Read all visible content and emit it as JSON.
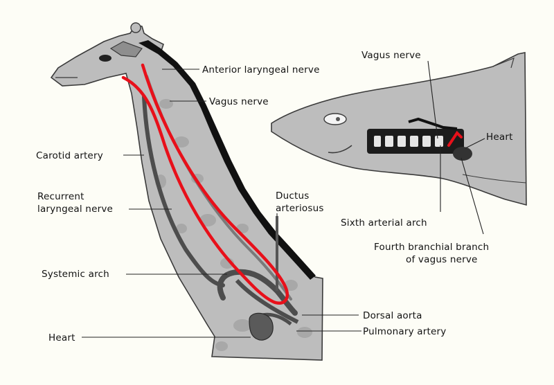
{
  "colors": {
    "background": "#fdfdf6",
    "body": "#bdbdbd",
    "body_outline": "#3a3a3a",
    "mane": "#111111",
    "vessel": "#4d4d4d",
    "nerve_highlight": "#e8101a",
    "leader": "#222222"
  },
  "giraffe": {
    "labels": {
      "anterior_laryngeal_nerve": "Anterior laryngeal nerve",
      "vagus_nerve": "Vagus nerve",
      "carotid_artery": "Carotid artery",
      "recurrent_laryngeal_nerve_line1": "Recurrent",
      "recurrent_laryngeal_nerve_line2": "laryngeal nerve",
      "ductus_arteriosus_line1": "Ductus",
      "ductus_arteriosus_line2": "arteriosus",
      "systemic_arch": "Systemic arch",
      "heart": "Heart",
      "dorsal_aorta": "Dorsal aorta",
      "pulmonary_artery": "Pulmonary artery"
    }
  },
  "fish": {
    "labels": {
      "vagus_nerve": "Vagus nerve",
      "heart": "Heart",
      "sixth_arterial_arch": "Sixth arterial arch",
      "fourth_branchial_branch_line1": "Fourth branchial branch",
      "fourth_branchial_branch_line2": "of vagus nerve"
    }
  }
}
